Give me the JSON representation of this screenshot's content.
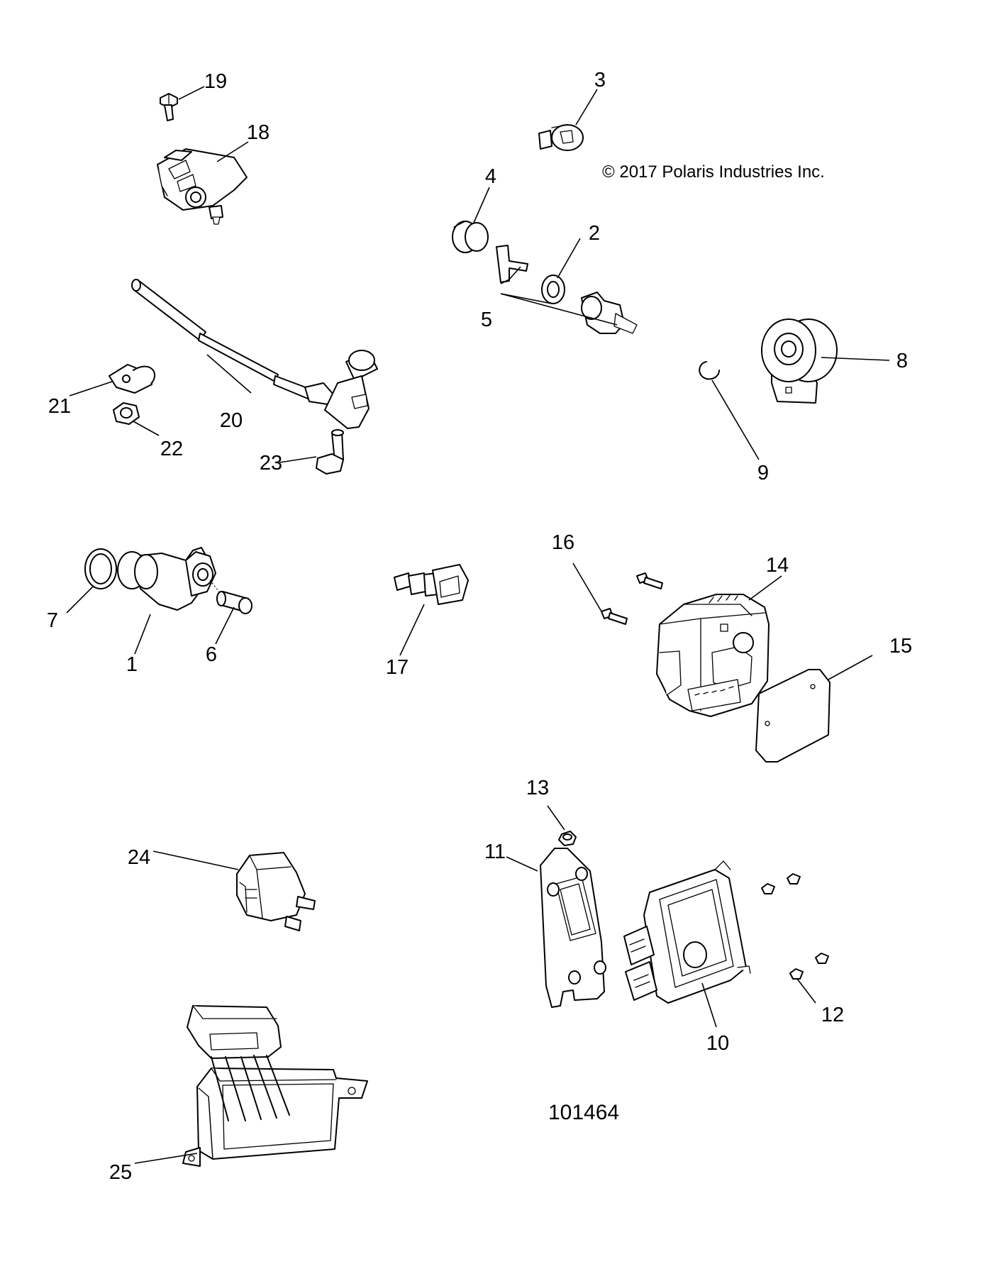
{
  "copyright": "© 2017 Polaris Industries Inc.",
  "figure_number": "101464",
  "callouts": [
    "1",
    "2",
    "3",
    "4",
    "5",
    "6",
    "7",
    "8",
    "9",
    "10",
    "11",
    "12",
    "13",
    "14",
    "15",
    "16",
    "17",
    "18",
    "19",
    "20",
    "21",
    "22",
    "23",
    "24",
    "25"
  ],
  "parts": [
    {
      "id": "1",
      "icon": "cam-position-sensor"
    },
    {
      "id": "2",
      "icon": "washer"
    },
    {
      "id": "3",
      "icon": "plug-cap"
    },
    {
      "id": "4",
      "icon": "cap"
    },
    {
      "id": "5",
      "icon": "sensor-kit"
    },
    {
      "id": "6",
      "icon": "spacer"
    },
    {
      "id": "7",
      "icon": "o-ring"
    },
    {
      "id": "8",
      "icon": "knock-sensor"
    },
    {
      "id": "9",
      "icon": "retaining-clip"
    },
    {
      "id": "10",
      "icon": "ecu-module"
    },
    {
      "id": "11",
      "icon": "ecu-bracket"
    },
    {
      "id": "12",
      "icon": "screw"
    },
    {
      "id": "13",
      "icon": "screw"
    },
    {
      "id": "14",
      "icon": "module-housing"
    },
    {
      "id": "15",
      "icon": "cover-plate"
    },
    {
      "id": "16",
      "icon": "screw"
    },
    {
      "id": "17",
      "icon": "temperature-sensor"
    },
    {
      "id": "18",
      "icon": "map-sensor"
    },
    {
      "id": "19",
      "icon": "bolt"
    },
    {
      "id": "20",
      "icon": "speed-sensor"
    },
    {
      "id": "21",
      "icon": "clip"
    },
    {
      "id": "22",
      "icon": "nut"
    },
    {
      "id": "23",
      "icon": "bolt"
    },
    {
      "id": "24",
      "icon": "relay"
    },
    {
      "id": "25",
      "icon": "relay-module"
    }
  ]
}
